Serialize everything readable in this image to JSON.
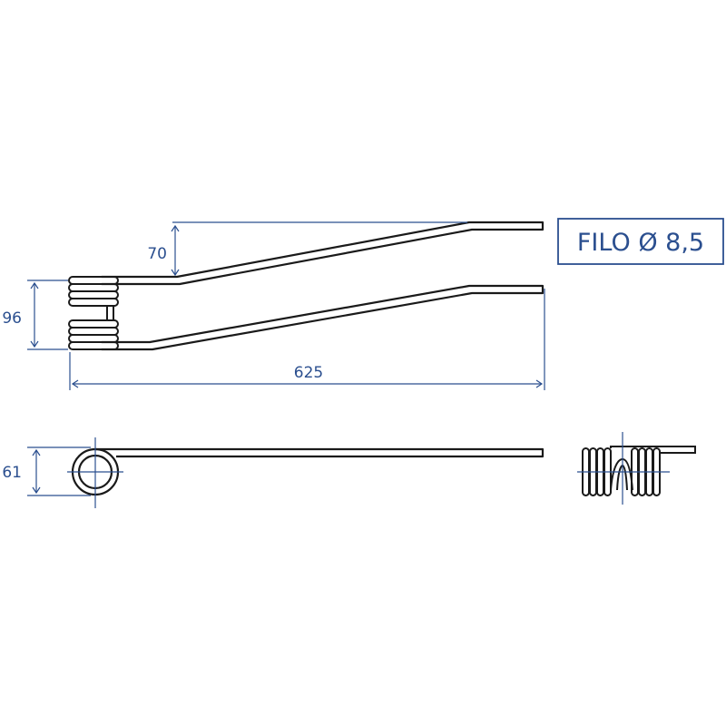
{
  "colors": {
    "part": "#1a1a1a",
    "dimension": "#2b4f8f",
    "background": "#ffffff"
  },
  "badge": {
    "label": "FILO Ø 8,5"
  },
  "dimensions": {
    "offset": "70",
    "coil_spacing": "96",
    "length": "625",
    "coil_diameter": "61"
  }
}
